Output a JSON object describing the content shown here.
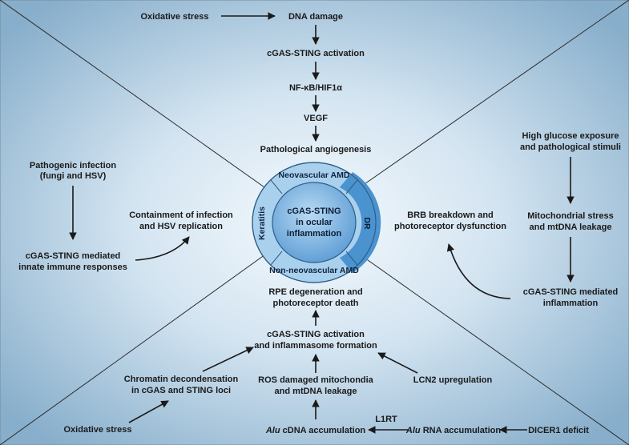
{
  "center": {
    "line1": "cGAS-STING",
    "line2": "in ocular",
    "line3": "inflammation"
  },
  "ring": {
    "top": "Neovascular AMD",
    "bottom": "Non-neovascular AMD",
    "left": "Keratitis",
    "right": "DR"
  },
  "top_pathway": {
    "oxidative_stress": "Oxidative stress",
    "dna_damage": "DNA damage",
    "cgas_activation": "cGAS-STING activation",
    "nfkb": "NF-κB/HIF1α",
    "vegf": "VEGF",
    "angiogenesis": "Pathological angiogenesis"
  },
  "left_pathway": {
    "infection_1": "Pathogenic infection",
    "infection_2": "(fungi and HSV)",
    "innate_1": "cGAS-STING mediated",
    "innate_2": "innate immune responses",
    "containment_1": "Containment of infection",
    "containment_2": "and HSV replication"
  },
  "right_pathway": {
    "glucose_1": "High glucose exposure",
    "glucose_2": "and pathological stimuli",
    "mito_1": "Mitochondrial stress",
    "mito_2": "and mtDNA leakage",
    "inflam_1": "cGAS-STING mediated",
    "inflam_2": "inflammation",
    "brb_1": "BRB breakdown and",
    "brb_2": "photoreceptor dysfunction"
  },
  "bottom_pathway": {
    "rpe_1": "RPE degeneration and",
    "rpe_2": "photoreceptor death",
    "activation_1": "cGAS-STING activation",
    "activation_2": "and inflammasome formation",
    "chromatin_1": "Chromatin decondensation",
    "chromatin_2": "in cGAS and STING loci",
    "ros_1": "ROS damaged mitochondia",
    "ros_2": "and mtDNA leakage",
    "lcn2": "LCN2 upregulation",
    "oxidative_stress": "Oxidative stress",
    "alu_italic": "Alu",
    "alu_cdna": " cDNA accumulation",
    "l1rt": "L1RT",
    "alu_rna": " RNA accumulation",
    "dicer": "DICER1 deficit"
  },
  "colors": {
    "background_center": "#f2f8fc",
    "background_edge": "#8db1cc",
    "ring_fill": "#a9d1ee",
    "ring_dark": "#4a93cf",
    "center_fill": "#6aa9dc",
    "line": "#1a1a1a"
  }
}
